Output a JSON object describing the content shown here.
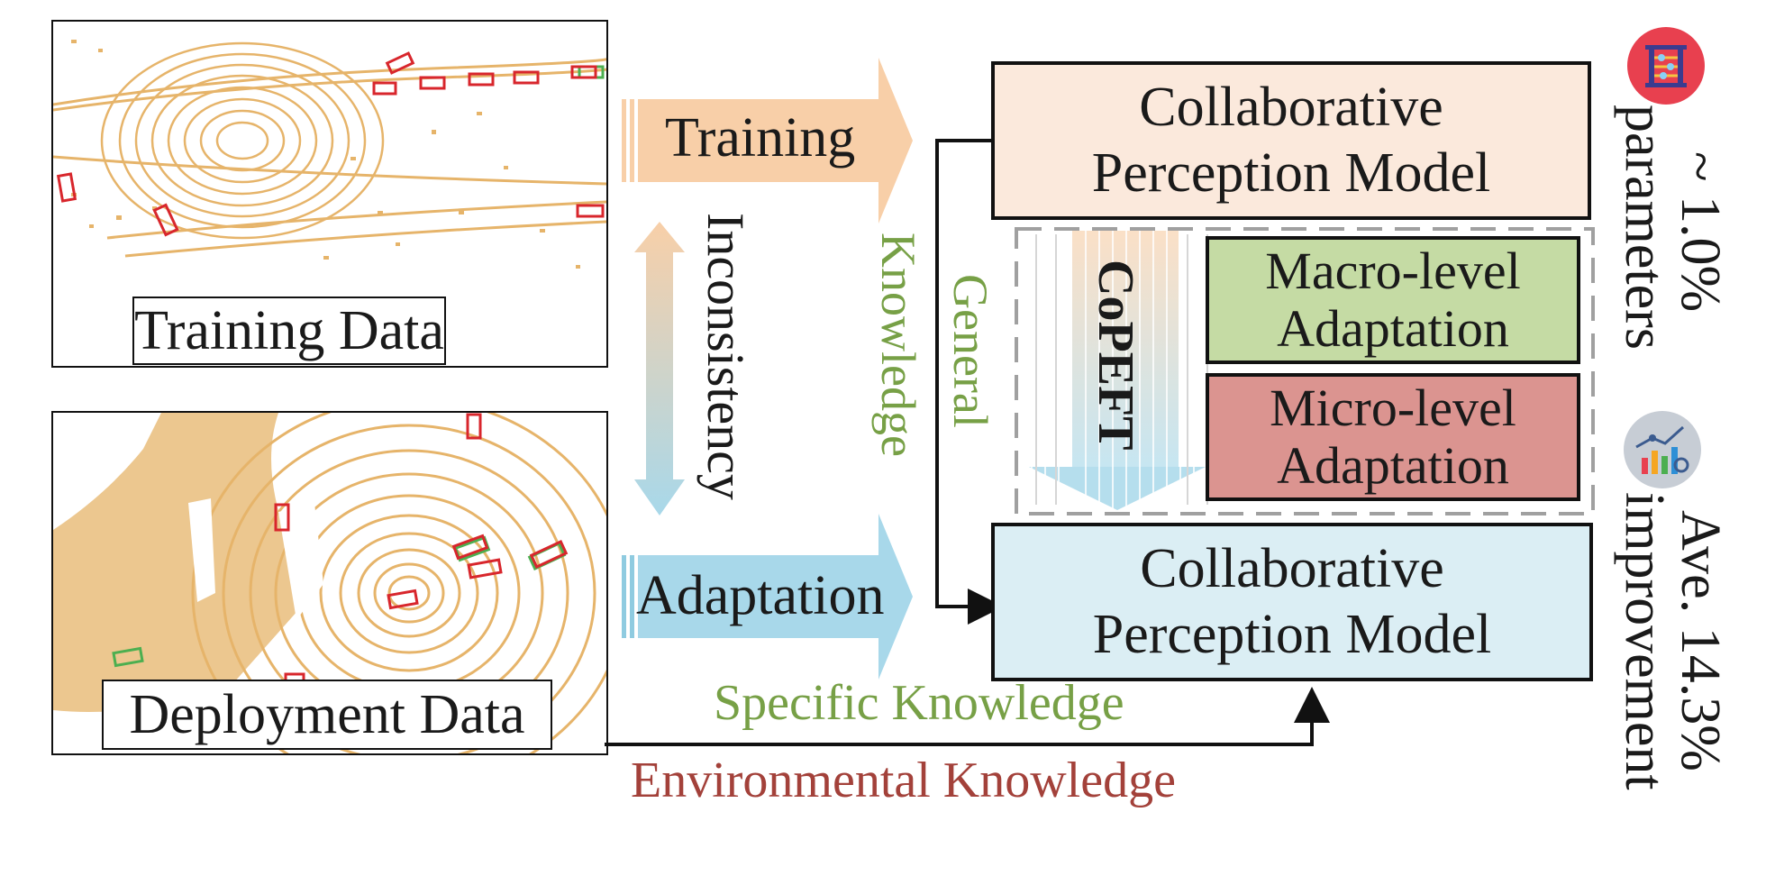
{
  "panels": {
    "training_caption": "Training Data",
    "deployment_caption": "Deployment Data"
  },
  "arrows": {
    "training": "Training",
    "adaptation": "Adaptation",
    "inconsistency": "Inconsistency"
  },
  "knowledge": {
    "general_knowledge_1": "Knowledge",
    "general_knowledge_2": "General",
    "specific": "Specific Knowledge",
    "environmental": "Environmental Knowledge"
  },
  "models": {
    "top_line1": "Collaborative",
    "top_line2": "Perception Model",
    "bottom_line1": "Collaborative",
    "bottom_line2": "Perception Model"
  },
  "copeft": {
    "label": "CoPEFT",
    "macro_line1": "Macro-level",
    "macro_line2": "Adaptation",
    "micro_line1": "Micro-level",
    "micro_line2": "Adaptation"
  },
  "stats": {
    "parameters_value": "~ 1.0%",
    "parameters_label": "parameters",
    "improvement_value": "Ave. 14.3%",
    "improvement_label": "improvement"
  },
  "colors": {
    "point_cloud": "#e6b46a",
    "box_red": "#d8262c",
    "box_green": "#4caf50",
    "training_arrow": "#f8cfa8",
    "adaptation_arrow": "#8fcbe0",
    "top_model_fill": "#fbe9dc",
    "bottom_model_fill": "#dbeef4",
    "macro_fill": "#c5dba4",
    "micro_fill": "#db9490",
    "knowledge_green": "#77a046",
    "environment_red": "#a3413a"
  },
  "icons": {
    "parameters": "abacus-icon",
    "improvement": "analytics-chart-icon"
  }
}
